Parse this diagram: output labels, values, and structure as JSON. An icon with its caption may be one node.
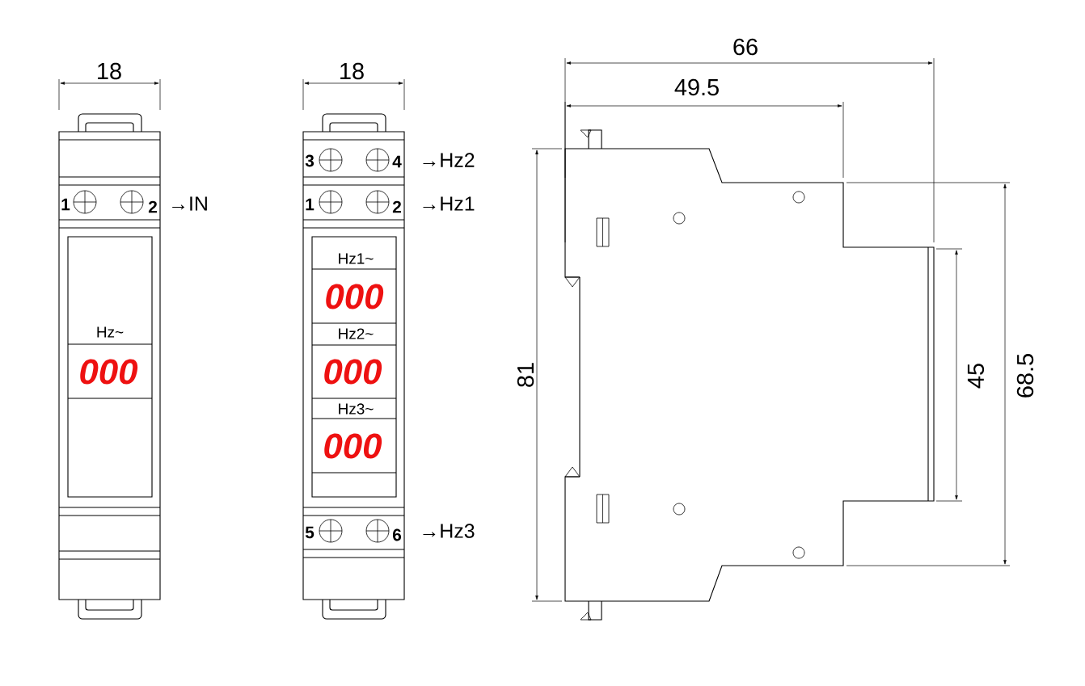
{
  "diagram": {
    "labels": [
      "18",
      "18",
      "66",
      "49.5",
      "3",
      "4",
      "→Hz2",
      "1",
      "2",
      "→IN",
      "1",
      "2",
      "→Hz1",
      "Hz1~",
      "000",
      "Hz~",
      "000",
      "Hz2~",
      "000",
      "81",
      "45",
      "68.5",
      "Hz3~",
      "000",
      "5",
      "6",
      "→Hz3"
    ]
  }
}
